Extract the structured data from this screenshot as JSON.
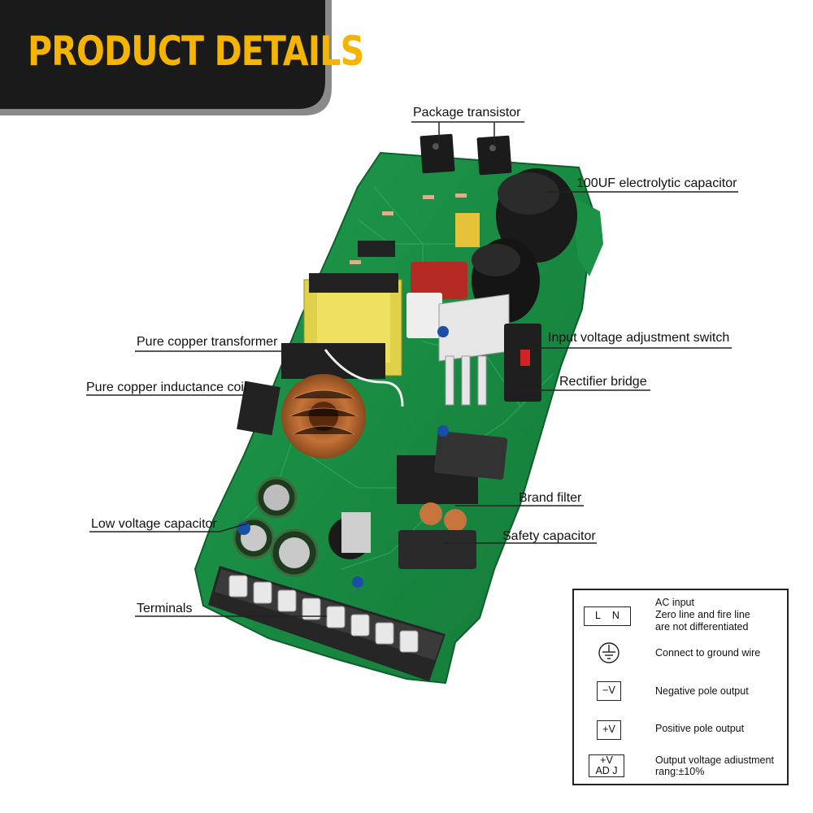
{
  "header": {
    "title": "PRODUCT DETAILS"
  },
  "callouts": {
    "package_transistor": "Package transistor",
    "electrolytic_capacitor": "100UF electrolytic capacitor",
    "copper_transformer": "Pure copper transformer",
    "voltage_switch": "Input voltage adjustment switch",
    "inductance_coil": "Pure copper inductance coil",
    "rectifier_bridge": "Rectifier bridge",
    "brand_filter": "Brand filter",
    "low_voltage_capacitor": "Low voltage capacitor",
    "safety_capacitor": "Safety capacitor",
    "terminals": "Terminals"
  },
  "legend": {
    "ln": {
      "symbol_l": "L",
      "symbol_n": "N",
      "line1": "AC    input",
      "line2": "Zero line and fire line",
      "line3": "are not differentiated"
    },
    "ground": {
      "icon": "ground-symbol",
      "text": "Connect to ground wire"
    },
    "negative": {
      "symbol": "−V",
      "text": "Negative pole output"
    },
    "positive": {
      "symbol": "+V",
      "text": "Positive pole output"
    },
    "adjust": {
      "symbol_line1": "+V",
      "symbol_line2": "AD J",
      "line1": "Output voltage adiustment",
      "line2": "rang:±10%"
    }
  },
  "colors": {
    "banner_bg": "#1a1a1a",
    "banner_text": "#f5b400",
    "pcb": "#1a8a43"
  }
}
